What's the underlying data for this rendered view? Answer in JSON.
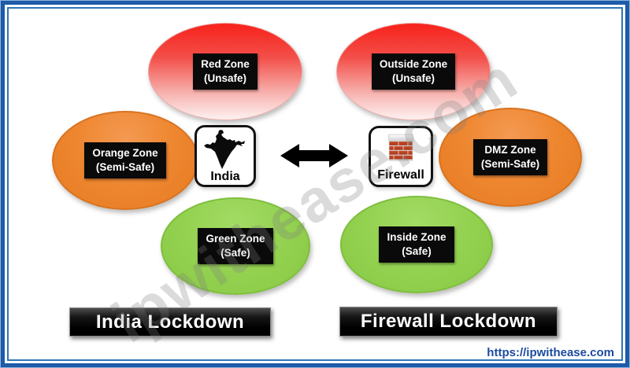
{
  "page": {
    "watermark": "ipwithease.com",
    "footer_link": "https://ipwithease.com"
  },
  "left_group": {
    "title": "India Lockdown",
    "center": {
      "label": "India",
      "icon": "india-map-icon"
    },
    "zones": {
      "top": {
        "line1": "Red Zone",
        "line2": "(Unsafe)",
        "color": "#f7221b"
      },
      "side": {
        "line1": "Orange Zone",
        "line2": "(Semi-Safe)",
        "color": "#ee8630"
      },
      "bottom": {
        "line1": "Green Zone",
        "line2": "(Safe)",
        "color": "#92d04f"
      }
    }
  },
  "right_group": {
    "title": "Firewall Lockdown",
    "center": {
      "label": "Firewall",
      "icon": "firewall-brick-icon"
    },
    "zones": {
      "top": {
        "line1": "Outside Zone",
        "line2": "(Unsafe)",
        "color": "#f7221b"
      },
      "side": {
        "line1": "DMZ Zone",
        "line2": "(Semi-Safe)",
        "color": "#ee8630"
      },
      "bottom": {
        "line1": "Inside Zone",
        "line2": "(Safe)",
        "color": "#92d04f"
      }
    }
  },
  "colors": {
    "frame_outer": "#1e5aa8",
    "frame_inner_line": "#2e75b6",
    "label_box_bg": "#0a0a0a",
    "title_bar_bg": "#000000",
    "footer_link_color": "#1b4b9e",
    "arrow": "#000000",
    "watermark_gray": "#7d7d7d"
  }
}
